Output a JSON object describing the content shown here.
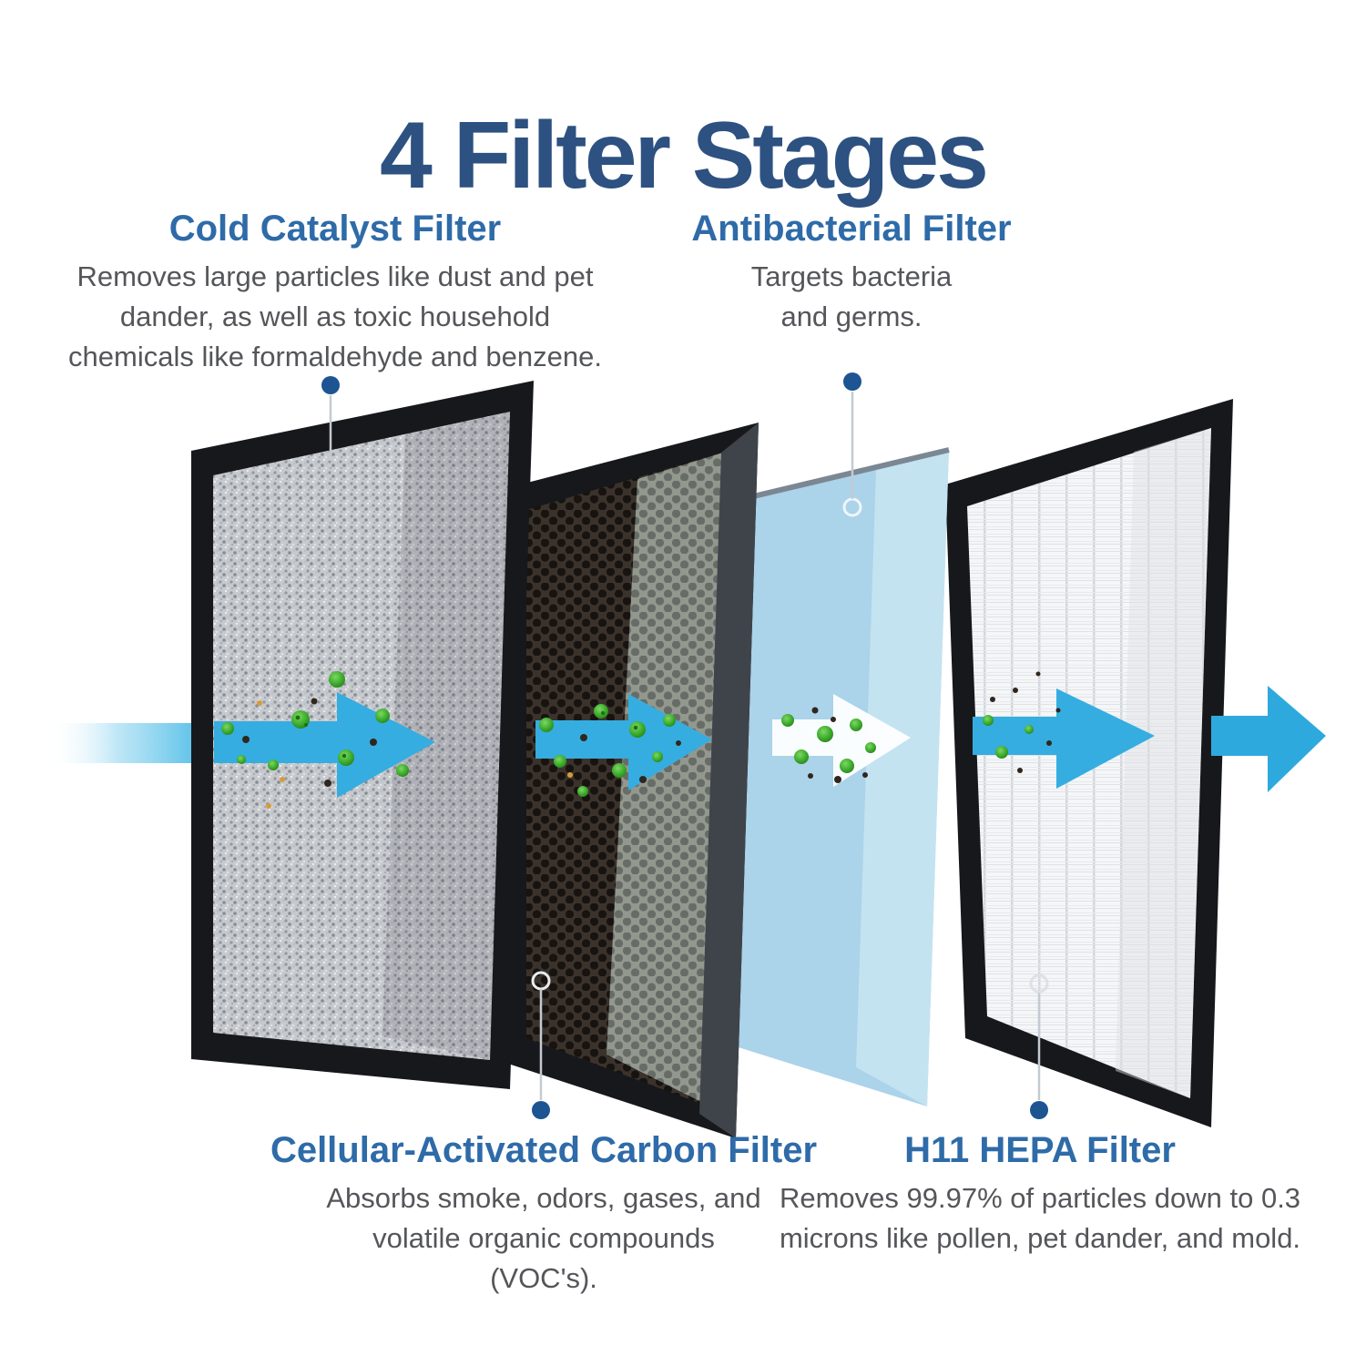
{
  "title": "4 Filter Stages",
  "colors": {
    "title_navy": "#2d5181",
    "heading_blue": "#2e6ba8",
    "body_gray": "#55565a",
    "arrow_blue": "#35ade0",
    "callout_dot_navy": "#1d5492",
    "antibacterial_panel_blue": "#a8d2e8",
    "frame_black": "#17181c"
  },
  "filters": [
    {
      "id": "cold-catalyst",
      "name": "Cold Catalyst Filter",
      "description": "Removes large particles like dust and pet dander, as well as toxic household chemicals like formaldehyde and benzene."
    },
    {
      "id": "antibacterial",
      "name": "Antibacterial Filter",
      "description": "Targets bacteria and germs."
    },
    {
      "id": "carbon",
      "name": "Cellular-Activated Carbon Filter",
      "description": "Absorbs smoke, odors, gases, and volatile organic compounds (VOC's)."
    },
    {
      "id": "hepa",
      "name": "H11 HEPA Filter",
      "description": "Removes 99.97% of particles down to 0.3 microns like pollen, pet dander, and mold."
    }
  ]
}
